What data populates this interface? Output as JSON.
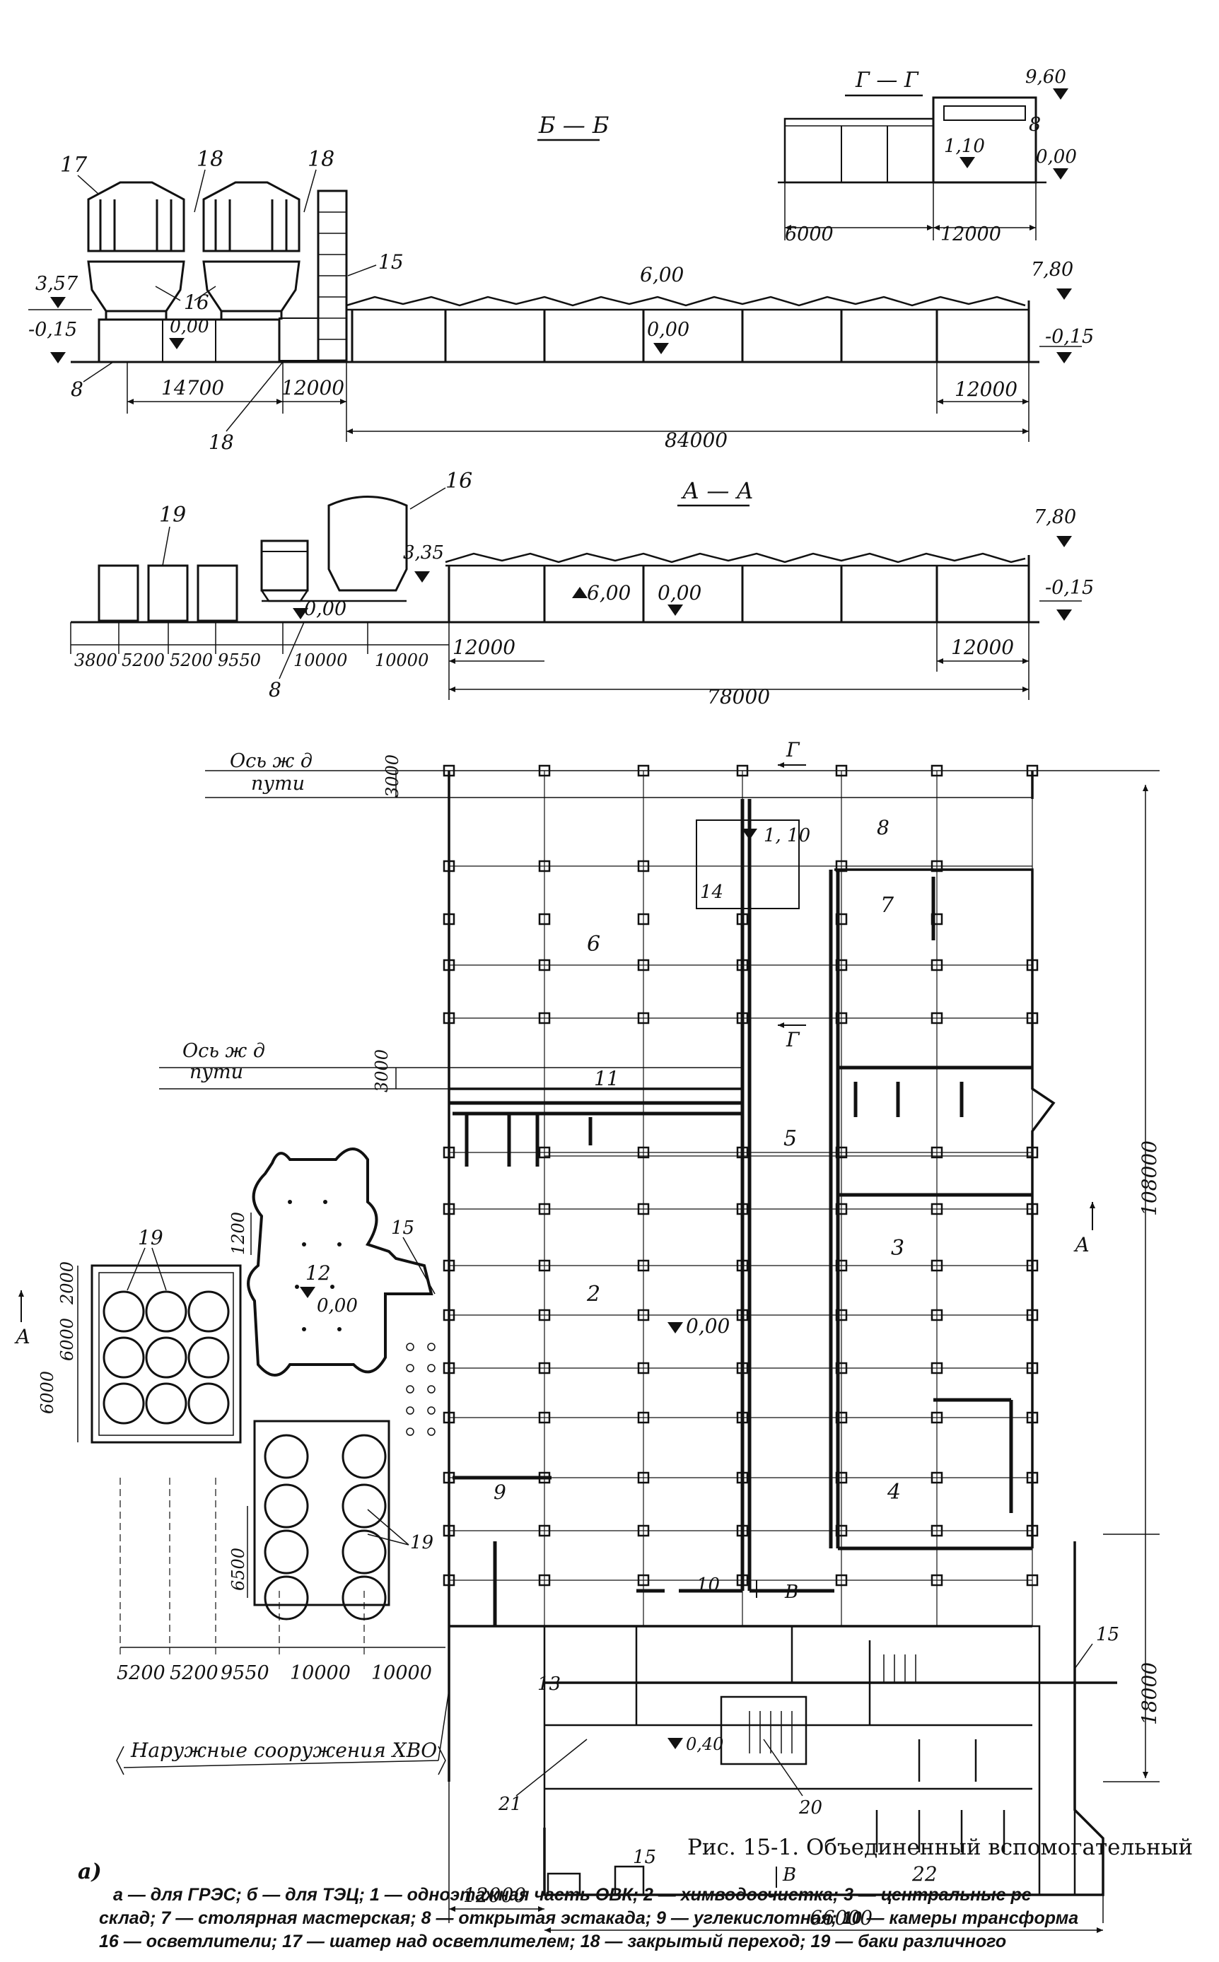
{
  "sections": {
    "bb": {
      "title": "Б — Б",
      "callouts": [
        "17",
        "18",
        "18",
        "15",
        "16",
        "8",
        "18"
      ],
      "levels": [
        "3,57",
        "-0,15",
        "0,00",
        "6,00",
        "0,00",
        "7,80",
        "-0,15"
      ],
      "dims": [
        "14700",
        "12000",
        "84000",
        "12000"
      ]
    },
    "gg": {
      "title": "Г — Г",
      "callouts": [
        "8"
      ],
      "levels": [
        "9,60",
        "1,10",
        "0,00"
      ],
      "dims": [
        "6000",
        "12000"
      ]
    },
    "aa": {
      "title": "А — А",
      "callouts": [
        "19",
        "16",
        "8"
      ],
      "levels": [
        "3,35",
        "0,00",
        "6,00",
        "0,00",
        "7,80",
        "-0,15"
      ],
      "dims": [
        "3800",
        "5200",
        "5200",
        "9550",
        "10000",
        "10000",
        "12000",
        "12000",
        "78000"
      ]
    }
  },
  "plan": {
    "rail_axis": [
      "Ось ж д",
      "пути"
    ],
    "dims": [
      "3000",
      "3000",
      "1200",
      "2000",
      "6000",
      "6000",
      "6500",
      "108000",
      "18000",
      "12000",
      "66000"
    ],
    "bottom_dims": [
      "5200",
      "5200",
      "9550",
      "10000",
      "10000"
    ],
    "outer_label": "Наружные сооружения ХВО",
    "section_marks": [
      "Г",
      "Г",
      "А",
      "А",
      "В",
      "В"
    ],
    "rooms": [
      "6",
      "7",
      "8",
      "14",
      "1, 10",
      "11",
      "5",
      "3",
      "2",
      "12",
      "15",
      "19",
      "19",
      "0,00",
      "0,00",
      "9",
      "4",
      "10",
      "13",
      "21",
      "0,40",
      "20",
      "15",
      "22",
      "15"
    ]
  },
  "figure_label": "а)",
  "caption": "Рис. 15-1. Объединенный вспомогательный",
  "legend": [
    "а — для ГРЭС; б — для ТЭЦ; 1 — одноэтажная часть ОВК; 2 — химводоочистка; 3 — центральные ре",
    "склад; 7 — столярная мастерская; 8 — открытая эстакада; 9 — углекислотная; 10 — камеры трансформа",
    "16 — осветлители; 17 — шатер над осветлителем; 18 — закрытый переход; 19 — баки различного"
  ]
}
